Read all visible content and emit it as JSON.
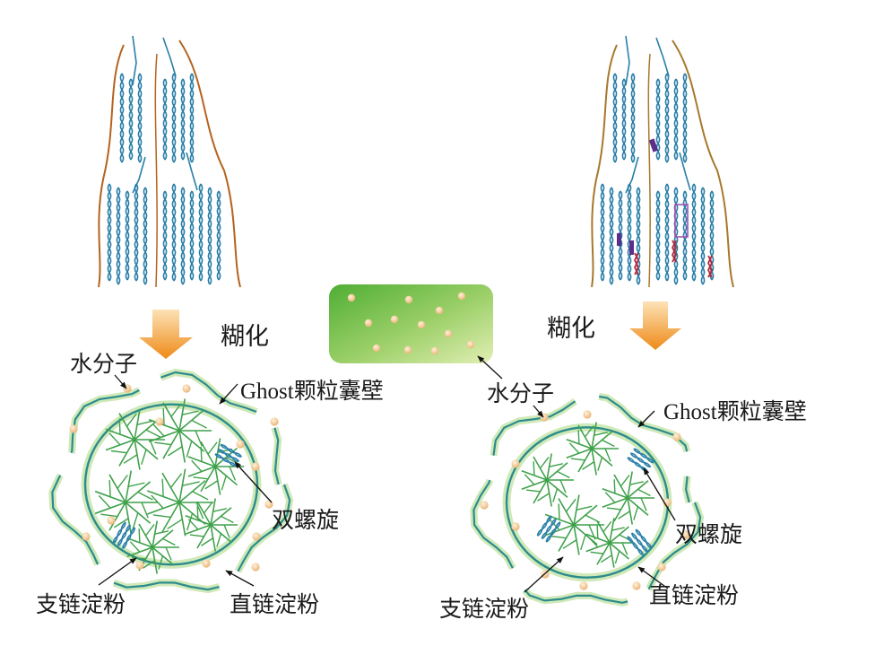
{
  "labels": {
    "gelatinization_left": "糊化",
    "gelatinization_right": "糊化",
    "water_left": "水分子",
    "water_right": "水分子",
    "ghost_left": "Ghost颗粒囊壁",
    "ghost_right": "Ghost颗粒囊壁",
    "double_helix_left": "双螺旋",
    "double_helix_right": "双螺旋",
    "amylopectin_left": "支链淀粉",
    "amylopectin_right": "支链淀粉",
    "amylose_left": "直链淀粉",
    "amylose_right": "直链淀粉"
  },
  "colors": {
    "helix": "#2a7fa8",
    "envelope": "#b4631e",
    "envelope_right": "#a8782c",
    "arrow_top": "#fbd9a4",
    "arrow_bottom": "#ee8a18",
    "capsule": "#2c8c8c",
    "capsule_glow": "#cfe9b8",
    "amylopectin": "#3fa14a",
    "water": "#efbe88",
    "panel_green": "#5ab43c",
    "panel_light": "#dcecaa",
    "mark_red": "#b3283c",
    "mark_purple": "#5c2e8c"
  }
}
